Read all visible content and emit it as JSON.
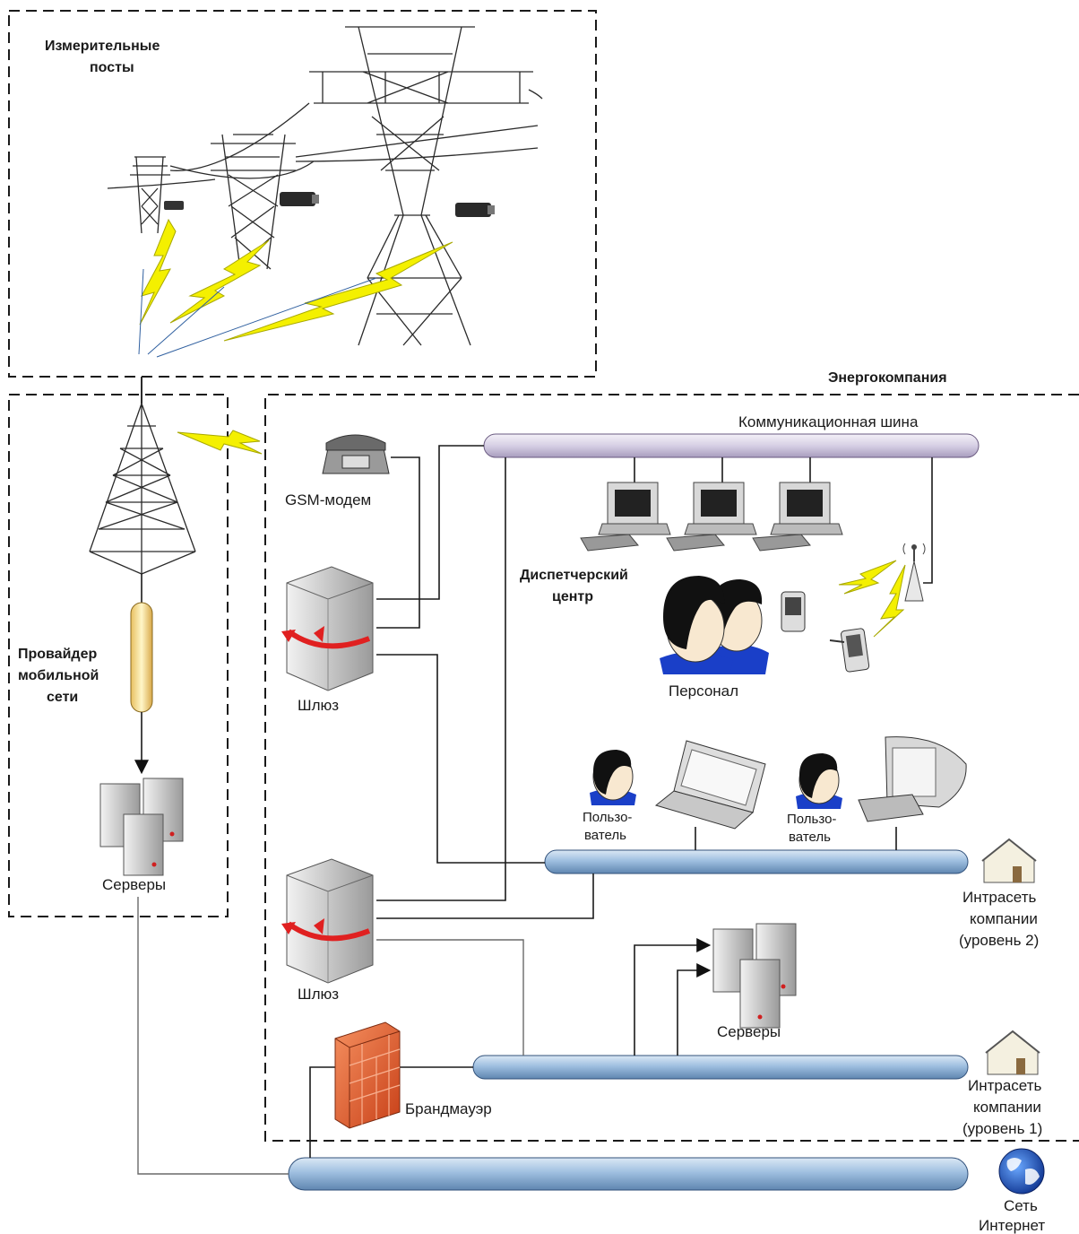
{
  "labels": {
    "measuring_posts": [
      "Измерительные",
      "посты"
    ],
    "energy_company": "Энергокомпания",
    "comm_bus": "Коммуникационная шина",
    "gsm_modem": "GSM-модем",
    "provider": [
      "Провайдер",
      "мобильной",
      "сети"
    ],
    "dispatch": [
      "Диспетчерский",
      "центр"
    ],
    "personnel": "Персонал",
    "gateway_1": "Шлюз",
    "gateway_2": "Шлюз",
    "user_1": [
      "Пользо-",
      "ватель"
    ],
    "user_2": [
      "Пользо-",
      "ватель"
    ],
    "provider_servers": "Серверы",
    "company_servers": "Серверы",
    "intranet_2": [
      "Интрасеть",
      "компании",
      "(уровень 2)"
    ],
    "intranet_1": [
      "Интрасеть",
      "компании",
      "(уровень 1)"
    ],
    "firewall": "Брандмауэр",
    "internet": [
      "Сеть",
      "Интернет"
    ]
  },
  "colors": {
    "bus_purple": "#d6cfe4",
    "bus_blue": "#9fbfe0",
    "lightning": "#f4f000",
    "arrow_red": "#e02020",
    "firewall": "#e8602a",
    "server_gray": "#c8c8c8",
    "person_hair": "#111111",
    "person_shirt": "#1a3fc8"
  },
  "icons": [
    "power-tower-icon",
    "camera-icon",
    "cell-tower-icon",
    "phone-icon",
    "server-icon",
    "desktop-icon",
    "laptop-icon",
    "person-icon",
    "firewall-icon",
    "house-icon",
    "globe-icon",
    "antenna-icon",
    "pda-icon"
  ]
}
